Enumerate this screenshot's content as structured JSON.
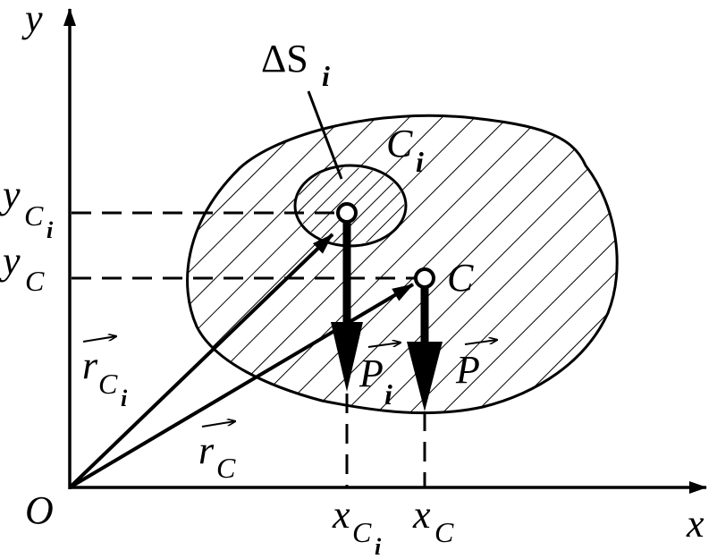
{
  "axes": {
    "x_label": "x",
    "y_label": "y",
    "origin_label": "O"
  },
  "body": {
    "element_label": "ΔS",
    "element_label_sub": "i",
    "element_center_label": "C",
    "element_center_label_sub": "i",
    "center_label": "C"
  },
  "coordinates": {
    "yci_main": "y",
    "yci_sub": "C",
    "yci_subsub": "i",
    "yc_main": "y",
    "yc_sub": "C",
    "xci_main": "x",
    "xci_sub": "C",
    "xci_subsub": "i",
    "xc_main": "x",
    "xc_sub": "C"
  },
  "vectors": {
    "rci_main": "r",
    "rci_sub": "C",
    "rci_subsub": "i",
    "rc_main": "r",
    "rc_sub": "C",
    "pi_main": "P",
    "pi_sub": "i",
    "p_main": "P"
  },
  "colors": {
    "ink": "#000000",
    "paper": "#ffffff"
  }
}
